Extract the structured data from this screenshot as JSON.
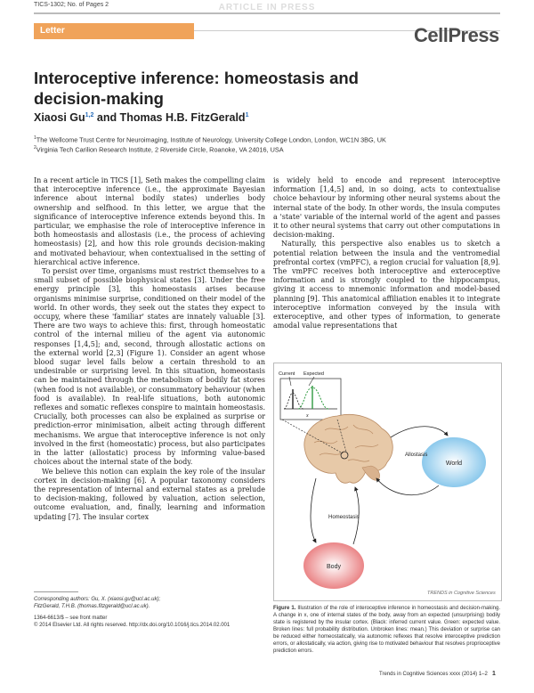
{
  "header": {
    "journal_ref": "TICS-1302; No. of Pages 2",
    "banner": "ARTICLE IN PRESS",
    "section": "Letter",
    "publisher_logo": "CellPress"
  },
  "article": {
    "title_line1": "Interoceptive inference: homeostasis and",
    "title_line2": "decision-making",
    "author1": "Xiaosi Gu",
    "author1_sup": "1,2",
    "author_and": " and Thomas H.B. FitzGerald",
    "author2_sup": "1",
    "affiliation1": "The Wellcome Trust Centre for Neuroimaging, Institute of Neurology, University College London, London, WC1N 3BG, UK",
    "affiliation1_sup": "1",
    "affiliation2": "Virginia Tech Carilion Research Institute, 2 Riverside Circle, Roanoke, VA 24016, USA",
    "affiliation2_sup": "2"
  },
  "body_left": [
    "In a recent article in TICS [1], Seth makes the compelling claim that interoceptive inference (i.e., the approximate Bayesian inference about internal bodily states) underlies body ownership and selfhood. In this letter, we argue that the significance of interoceptive inference extends beyond this. In particular, we emphasise the role of interoceptive inference in both homeostasis and allostasis (i.e., the process of achieving homeostasis) [2], and how this role grounds decision-making and motivated behaviour, when contextualised in the setting of hierarchical active inference.",
    "To persist over time, organisms must restrict themselves to a small subset of possible biophysical states [3]. Under the free energy principle [3], this homeostasis arises because organisms minimise surprise, conditioned on their model of the world. In other words, they seek out the states they expect to occupy, where these 'familiar' states are innately valuable [3]. There are two ways to achieve this: first, through homeostatic control of the internal milieu of the agent via autonomic responses [1,4,5]; and, second, through allostatic actions on the external world [2,3] (Figure 1). Consider an agent whose blood sugar level falls below a certain threshold to an undesirable or surprising level. In this situation, homeostasis can be maintained through the metabolism of bodily fat stores (when food is not available), or consummatory behaviour (when food is available). In real-life situations, both autonomic reflexes and somatic reflexes conspire to maintain homeostasis. Crucially, both processes can also be explained as surprise or prediction-error minimisation, albeit acting through different mechanisms. We argue that interoceptive inference is not only involved in the first (homeostatic) process, but also participates in the latter (allostatic) process by informing value-based choices about the internal state of the body.",
    "We believe this notion can explain the key role of the insular cortex in decision-making [6]. A popular taxonomy considers the representation of internal and external states as a prelude to decision-making, followed by valuation, action selection, outcome evaluation, and, finally, learning and information updating [7]. The insular cortex"
  ],
  "body_right": [
    "is widely held to encode and represent interoceptive information [1,4,5] and, in so doing, acts to contextualise choice behaviour by informing other neural systems about the internal state of the body. In other words, the insula computes a 'state' variable of the internal world of the agent and passes it to other neural systems that carry out other computations in decision-making.",
    "Naturally, this perspective also enables us to sketch a potential relation between the insula and the ventromedial prefrontal cortex (vmPFC), a region crucial for valuation [8,9]. The vmPFC receives both interoceptive and exteroceptive information and is strongly coupled to the hippocampus, giving it access to mnemonic information and model-based planning [9]. This anatomical affiliation enables it to integrate interoceptive information conveyed by the insula with exteroceptive, and other types of information, to generate amodal value representations that"
  ],
  "footnotes": {
    "corresponding": "Corresponding authors: Gu, X. (xiaosi.gu@ucl.ac.uk);",
    "corresponding2": "FitzGerald, T.H.B. (thomas.fitzgerald@ucl.ac.uk).",
    "issn": "1364-6613/$ – see front matter",
    "copyright": "© 2014 Elsevier Ltd. All rights reserved. http://dx.doi.org/10.1016/j.tics.2014.02.001"
  },
  "figure": {
    "label_current": "Current",
    "label_expected": "Expected",
    "label_x": "x",
    "label_world": "World",
    "label_body": "Body",
    "label_allostasis": "Allostasis",
    "label_homeostasis": "Homeostasis",
    "source": "TRENDS in Cognitive Sciences",
    "caption_label": "Figure 1.",
    "caption_text": " Illustration of the role of interoceptive inference in homeostasis and decision-making. A change in x, one of internal states of the body, away from an expected (unsurprising) bodily state is registered by the insular cortex. (Black: inferred current value. Green: expected value. Broken lines: full probability distribution. Unbroken lines: mean.) This deviation or surprise can be reduced either homeostatically, via autonomic reflexes that resolve interoceptive prediction errors, or allostatically, via action, giving rise to motivated behaviour that resolves proprioceptive prediction errors."
  },
  "page_footer": {
    "journal": "Trends in Cognitive Sciences xxxx (2014) 1–2",
    "page": "1"
  },
  "colors": {
    "accent_orange": "#f0a35a",
    "world_blue": "#7fc3ea",
    "body_red": "#e8787a",
    "expected_green": "#2e9a3f",
    "link_blue": "#2a6ebb"
  }
}
